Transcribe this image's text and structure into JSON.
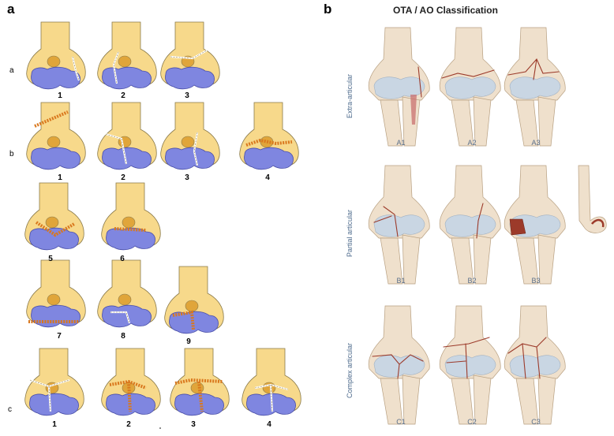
{
  "panel_a": {
    "letter": "a",
    "rows": [
      {
        "letter": "a",
        "items": [
          "1",
          "2",
          "3"
        ]
      },
      {
        "letter": "b",
        "items": [
          "1",
          "2",
          "3",
          "4"
        ]
      },
      {
        "letter": "",
        "items": [
          "5",
          "6"
        ]
      },
      {
        "letter": "",
        "items": [
          "7",
          "8",
          "9"
        ]
      },
      {
        "letter": "c",
        "items": [
          "1",
          "2",
          "3",
          "4"
        ]
      }
    ]
  },
  "panel_b": {
    "letter": "b",
    "title": "OTA / AO  Classification",
    "groups": [
      {
        "label": "Extra-articular",
        "items": [
          "A1",
          "A2",
          "A3"
        ]
      },
      {
        "label": "Partial articular",
        "items": [
          "B1",
          "B2",
          "B3"
        ]
      },
      {
        "label": "Complex articular",
        "items": [
          "C1",
          "C2",
          "C3"
        ]
      }
    ]
  },
  "colors": {
    "bone_yellow": "#f7d98b",
    "bone_outline": "#8a7a4a",
    "cartilage_blue": "#7f86e0",
    "fracture_orange": "#d9781e",
    "bone_beige": "#efe0cc",
    "cartilage_gray": "#c9d6e3",
    "fracture_red": "#9c3a2a"
  }
}
